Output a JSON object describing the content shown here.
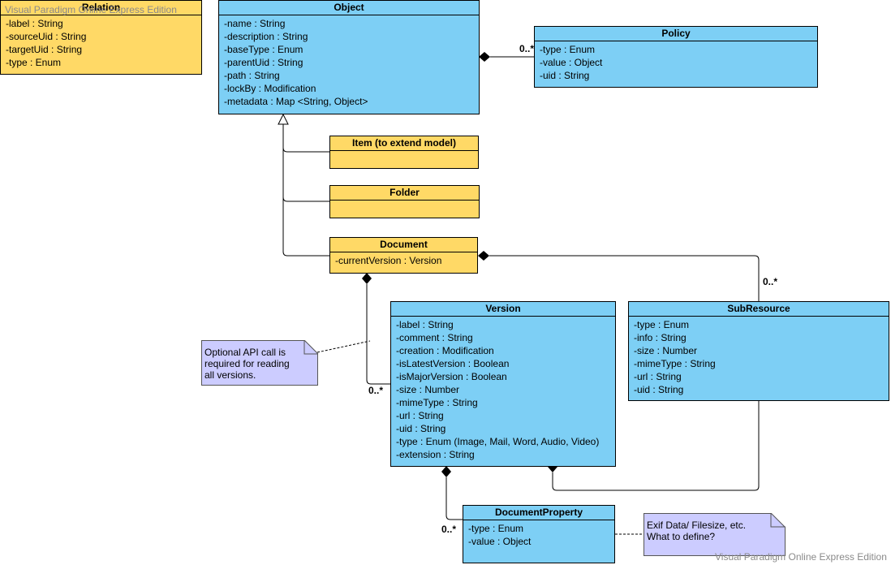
{
  "watermark": "Visual Paradigm Online Express Edition",
  "classes": {
    "relation": {
      "name": "Relation",
      "attributes": [
        "-label : String",
        "-sourceUid : String",
        "-targetUid : String",
        "-type : Enum"
      ]
    },
    "object": {
      "name": "Object",
      "attributes": [
        "-name : String",
        "-description : String",
        "-baseType : Enum",
        "-parentUid : String",
        "-path : String",
        "-lockBy : Modification",
        "-metadata : Map <String, Object>"
      ]
    },
    "policy": {
      "name": "Policy",
      "attributes": [
        "-type : Enum",
        "-value : Object",
        "-uid : String"
      ]
    },
    "item": {
      "name": "Item (to extend model)",
      "attributes": []
    },
    "folder": {
      "name": "Folder",
      "attributes": []
    },
    "document": {
      "name": "Document",
      "attributes": [
        "-currentVersion : Version"
      ]
    },
    "version": {
      "name": "Version",
      "attributes": [
        "-label : String",
        "-comment : String",
        "-creation : Modification",
        "-isLatestVersion : Boolean",
        "-isMajorVersion : Boolean",
        "-size : Number",
        "-mimeType : String",
        "-url : String",
        "-uid : String",
        "-type : Enum (Image, Mail, Word, Audio, Video)",
        "-extension : String"
      ]
    },
    "subresource": {
      "name": "SubResource",
      "attributes": [
        "-type : Enum",
        "-info : String",
        "-size : Number",
        "-mimeType : String",
        "-url : String",
        "-uid : String"
      ]
    },
    "documentproperty": {
      "name": "DocumentProperty",
      "attributes": [
        "-type : Enum",
        "-value : Object"
      ]
    }
  },
  "notes": {
    "api_note": [
      "Optional API call is",
      "required for reading",
      "all versions."
    ],
    "exif_note": [
      "Exif Data/ Filesize, etc.",
      "What to define?"
    ]
  },
  "multiplicities": {
    "policy": "0..*",
    "subresource": "0..*",
    "version": "0..*",
    "documentproperty": "0..*"
  },
  "colors": {
    "class_blue": "#7dcff5",
    "class_yellow": "#ffd966",
    "note": "#ccccff"
  }
}
